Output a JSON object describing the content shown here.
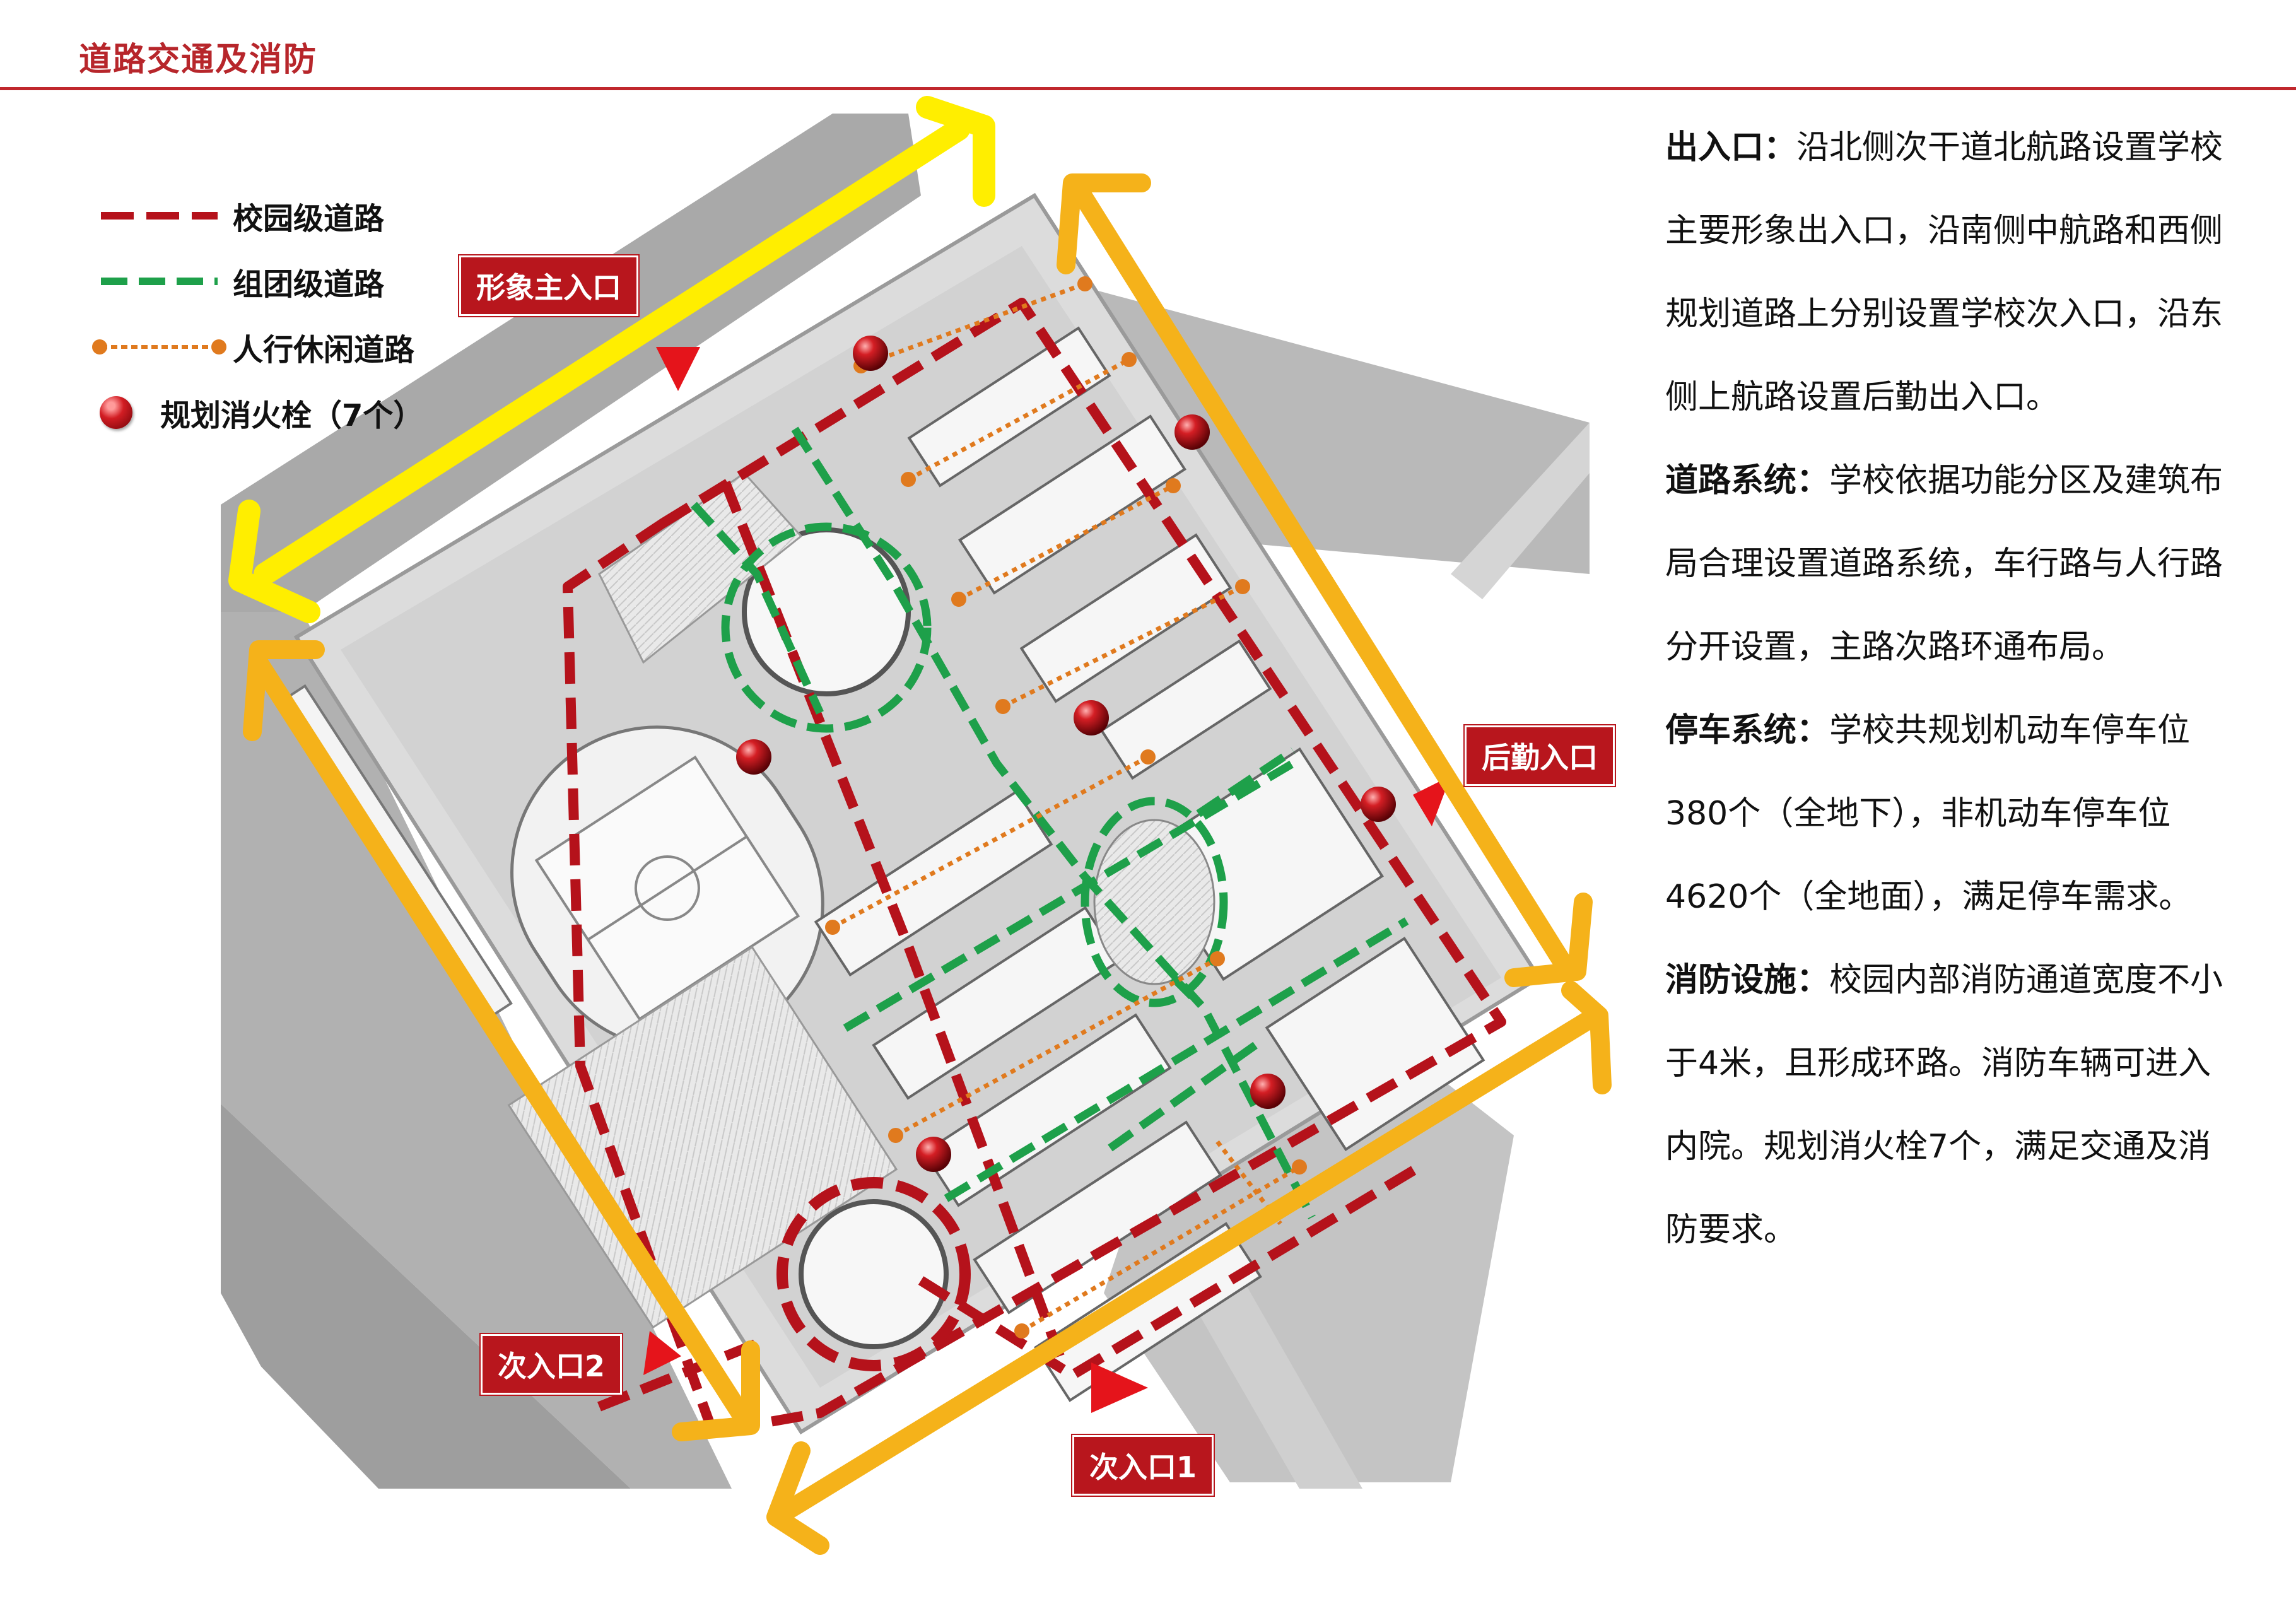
{
  "header": {
    "title": "道路交通及消防"
  },
  "legend": {
    "items": [
      {
        "label": "校园级道路",
        "color": "#b5121b",
        "icon": "red-dashed-line"
      },
      {
        "label": "组团级道路",
        "color": "#1ea04a",
        "icon": "green-dashed-line"
      },
      {
        "label": "人行休闲道路",
        "color": "#e07a1e",
        "icon": "orange-dotted-line"
      },
      {
        "label": "规划消火栓（7个）",
        "color": "#d21d23",
        "icon": "fire-hydrant-icon"
      }
    ]
  },
  "labels": {
    "main_entrance": "形象主入口",
    "logistics_entrance": "后勤入口",
    "secondary_entrance_2": "次入口2",
    "secondary_entrance_1": "次入口1"
  },
  "description": {
    "entrance_title": "出入口：",
    "entrance_text": "沿北侧次干道北航路设置学校主要形象出入口，沿南侧中航路和西侧规划道路上分别设置学校次入口，沿东侧上航路设置后勤出入口。",
    "road_title": "道路系统：",
    "road_text": "学校依据功能分区及建筑布局合理设置道路系统，车行路与人行路分开设置，主路次路环通布局。",
    "parking_title": "停车系统：",
    "parking_text": "学校共规划机动车停车位380个（全地下），非机动车停车位4620个（全地面），满足停车需求。",
    "fire_title": "消防设施：",
    "fire_text": "校园内部消防通道宽度不小于4米，且形成环路。消防车辆可进入内院。规划消火栓7个，满足交通及消防要求。"
  },
  "colors": {
    "campus_road": "#b5121b",
    "cluster_road": "#1ea04a",
    "pedestrian_road": "#e07a1e",
    "arrow_yellow": "#ffee00",
    "arrow_orange": "#f5b21a",
    "tag_red": "#b8161d",
    "header_red": "#b7262b"
  }
}
